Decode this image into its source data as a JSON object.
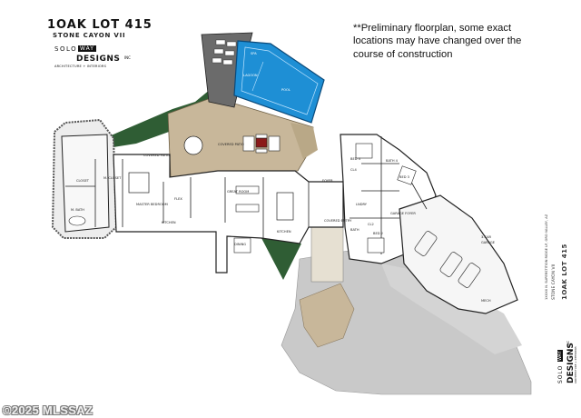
{
  "title": {
    "project": "1OAK LOT 415",
    "subdivision": "STONE CAYON VII"
  },
  "note": "**Preliminary floorplan, some exact locations may have changed over the course of construction",
  "logo": {
    "line1": "SOLO",
    "line1b": "WAY",
    "line2": "DESIGNS",
    "line2sup": "INC",
    "line3": "ARCHITECTURE + INTERIORS"
  },
  "rooms": {
    "spa": "SPA",
    "lagoon": "LAGOON",
    "pool": "POOL",
    "covered_patio_left": "COVERED PATIO",
    "covered_patio_center": "COVERED PATIO",
    "closet": "CLOSET",
    "m_closet": "M. CLOSET",
    "master_bedroom": "MASTER BEDROOM",
    "m_bath": "M. BATH",
    "flex": "FLEX",
    "kitchen_left": "KITCHEN",
    "great_room": "GREAT ROOM",
    "dining": "DINING",
    "kitchen": "KITCHEN",
    "foyer": "FOYER",
    "covered_entry": "COVERED ENTRY",
    "bed4": "BED 4",
    "bath4": "BATH 4",
    "cl4": "CL4",
    "bed3": "BED 3",
    "laundry": "LNDRY",
    "bath": "BATH",
    "cl2": "CL2",
    "bed2": "BED 2",
    "garage_foyer": "GARAGE FOYER",
    "garage": "GARAGE",
    "garage_size": "3-CAR",
    "mech": "MECH"
  },
  "side_block": {
    "project": "1OAK LOT 415",
    "subdivision": "STONE CAYON VII",
    "address": "1XXXX N. SUPERSTITION RIDGE LP, ORO VALLEY, AZ",
    "logo_line1": "SOLO",
    "logo_line1b": "WAY",
    "logo_line2": "DESIGNS",
    "logo_line2sup": "INC",
    "logo_line3": "ARCHITECTURE + INTERIORS"
  },
  "watermark": "©2025 MLSSAZ",
  "colors": {
    "patio": "#c8b79a",
    "pool_blue": "#1e8fd5",
    "pool_border": "#0b4a7a",
    "roof_gray": "#6b6b6b",
    "landscape_green": "#2f5d34",
    "driveway_gray": "#c8c8c8",
    "wall": "#222222"
  }
}
